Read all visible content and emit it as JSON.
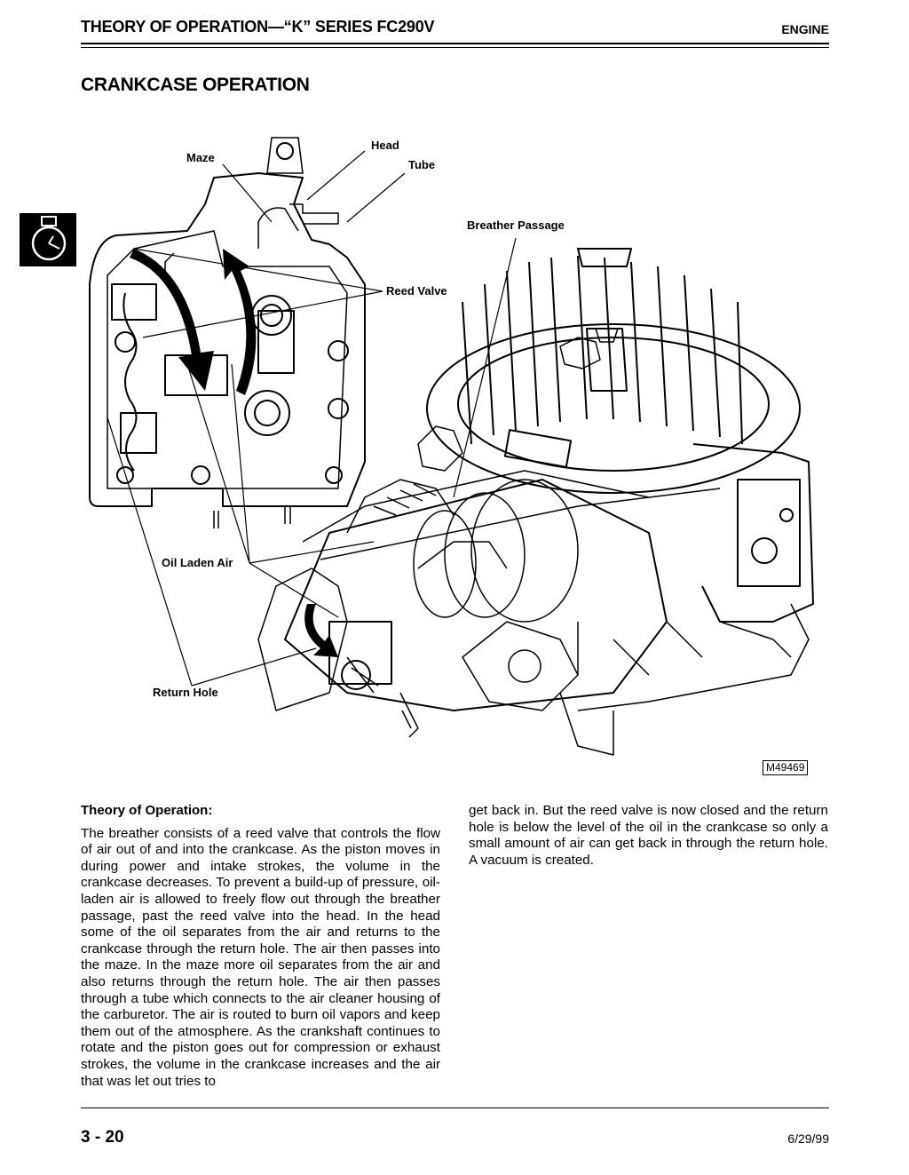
{
  "header": {
    "title": "THEORY OF OPERATION—“K” SERIES FC290V",
    "section": "ENGINE"
  },
  "section_title": "CRANKCASE OPERATION",
  "figure": {
    "callouts": {
      "head": "Head",
      "maze": "Maze",
      "tube": "Tube",
      "breather_passage": "Breather Passage",
      "reed_valve": "Reed Valve",
      "oil_laden_air": "Oil Laden Air",
      "return_hole": "Return Hole"
    },
    "figure_id": "M49469"
  },
  "theory": {
    "heading": "Theory of Operation:",
    "col1": "The breather consists of a reed valve that controls the flow of air out of and into the crankcase. As the piston moves in during power and intake strokes, the volume in the crankcase decreases. To prevent a build-up of pressure, oil-laden air is allowed to freely flow out through the breather passage, past the reed valve into the head. In the head some of the oil separates from the air and returns to the crankcase through the return hole. The air then passes into the maze. In the maze more oil separates from the air and also returns through the return hole. The air then passes through a tube which connects to the air cleaner housing of the carburetor. The air is routed to burn oil vapors and keep them out of the atmosphere. As the crankshaft continues to rotate and the piston goes out for compression or exhaust strokes, the volume in the crankcase increases and the air that was let out tries to",
    "col2": "get back in. But the reed valve is now closed and the return hole is below the level of the oil in the crankcase so only a small amount of air can get back in through the return hole. A vacuum is created."
  },
  "footer": {
    "page": "3 - 20",
    "date": "6/29/99"
  }
}
